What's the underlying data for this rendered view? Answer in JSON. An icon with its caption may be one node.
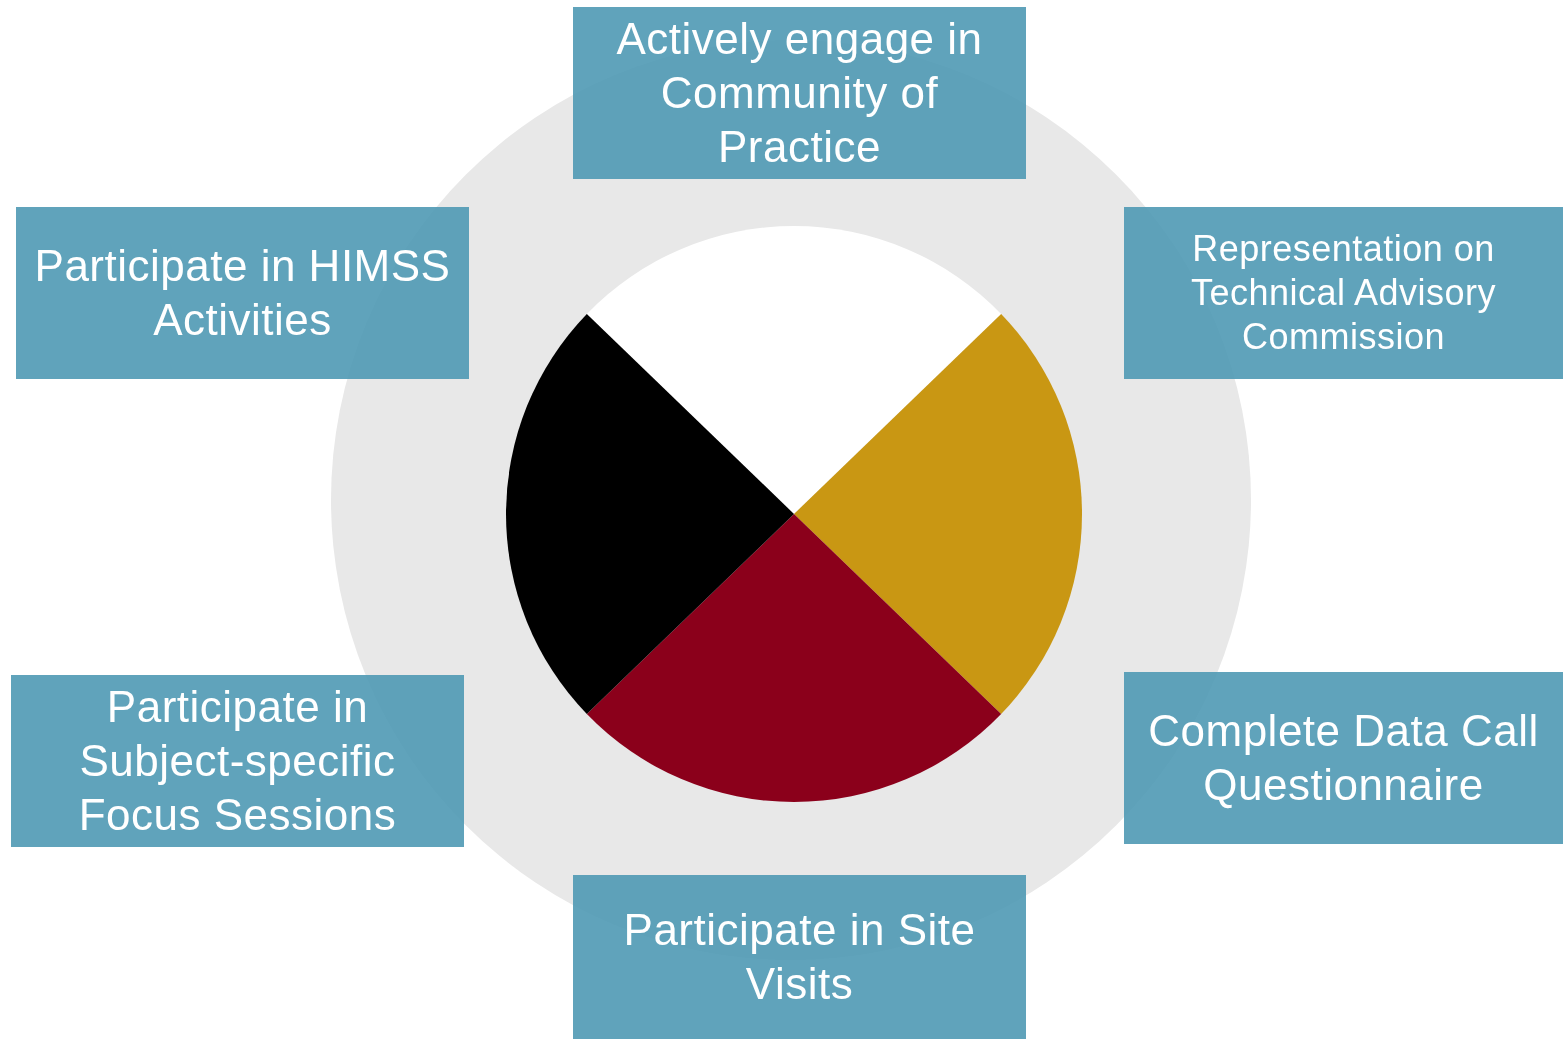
{
  "diagram": {
    "nodes": [
      {
        "text": [
          "Actively engage in Community of Practice"
        ]
      },
      {
        "text": [
          "Participate in HIMSS Activities"
        ]
      },
      {
        "text": [
          "Representation on Technical Advisory Commission"
        ]
      },
      {
        "text": [
          "Participate in Subject-specific Focus Sessions"
        ]
      },
      {
        "text": [
          "Complete Data Call Questionnaire"
        ]
      },
      {
        "text": [
          "Participate in Site Visits"
        ]
      }
    ]
  }
}
